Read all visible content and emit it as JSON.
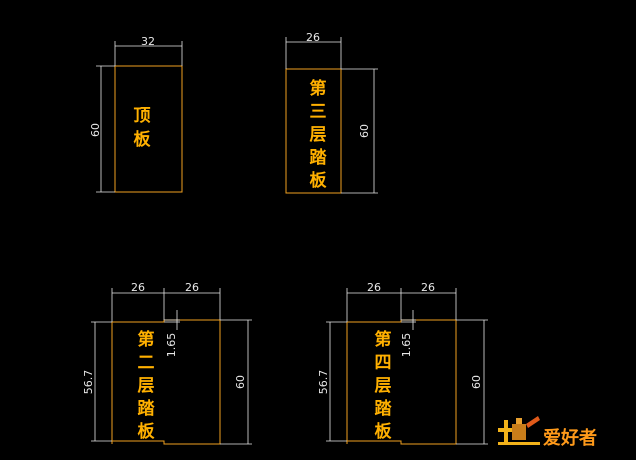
{
  "drawing": {
    "parts": {
      "top_board": {
        "label_chars": [
          "顶",
          "板"
        ],
        "width_dim": "32",
        "height_dim": "60"
      },
      "third_step": {
        "label_chars": [
          "第",
          "三",
          "层",
          "踏",
          "板"
        ],
        "width_dim": "26",
        "height_dim": "60"
      },
      "second_step": {
        "label_chars": [
          "第",
          "二",
          "层",
          "踏",
          "板"
        ],
        "width_dim_left": "26",
        "width_dim_right": "26",
        "offset_dim": "1.65",
        "left_height_dim": "56.7",
        "right_height_dim": "60"
      },
      "fourth_step": {
        "label_chars": [
          "第",
          "四",
          "层",
          "踏",
          "板"
        ],
        "width_dim_left": "26",
        "width_dim_right": "26",
        "offset_dim": "1.65",
        "left_height_dim": "56.7",
        "right_height_dim": "60"
      }
    },
    "colors": {
      "background": "#000000",
      "outline": "#f0a020",
      "dimension": "#e8e8e8",
      "label": "#ffb000"
    }
  },
  "watermark": {
    "text": "爱好者",
    "icon": "woodworking-mascot-icon"
  }
}
